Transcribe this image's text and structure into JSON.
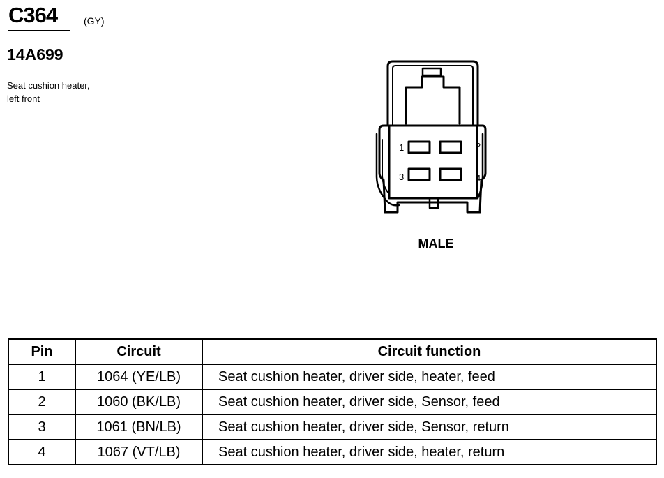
{
  "connector": {
    "id": "C364",
    "color": "(GY)",
    "part_number": "14A699",
    "description": [
      "Seat cushion heater,",
      "left front"
    ],
    "gender": "MALE",
    "pin_labels": [
      "1",
      "2",
      "3",
      "4"
    ]
  },
  "table": {
    "headers": [
      "Pin",
      "Circuit",
      "Circuit function"
    ],
    "rows": [
      {
        "pin": "1",
        "circuit": "1064 (YE/LB)",
        "function": "Seat cushion heater, driver side, heater, feed"
      },
      {
        "pin": "2",
        "circuit": "1060 (BK/LB)",
        "function": "Seat cushion heater, driver side, Sensor, feed"
      },
      {
        "pin": "3",
        "circuit": "1061 (BN/LB)",
        "function": "Seat cushion heater, driver side, Sensor, return"
      },
      {
        "pin": "4",
        "circuit": "1067 (VT/LB)",
        "function": "Seat cushion heater, driver side, heater, return"
      }
    ]
  }
}
